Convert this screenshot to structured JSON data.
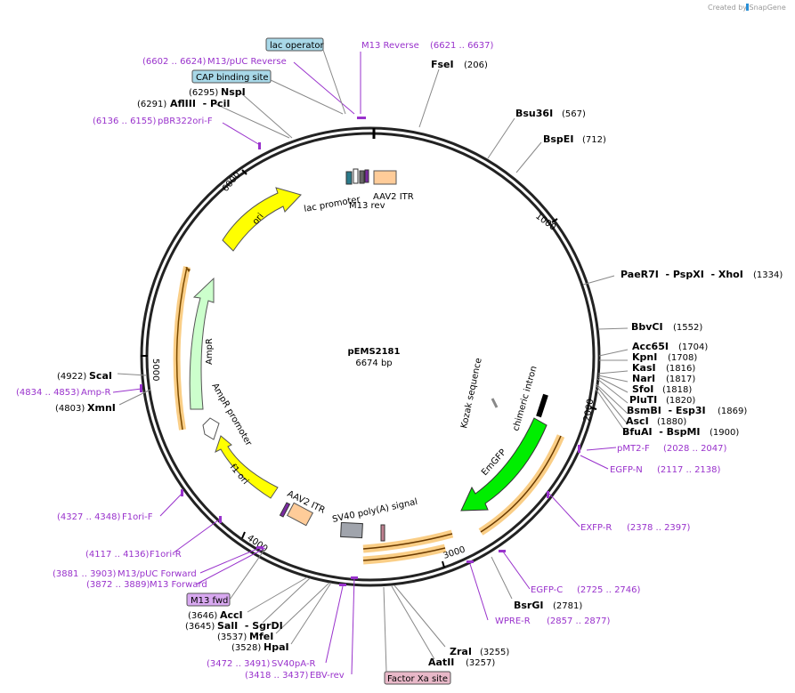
{
  "credit": "Created by SnapGene",
  "plasmid": {
    "name": "pEMS2181",
    "size_label": "6674 bp",
    "length": 6674
  },
  "colors": {
    "primer": "#9932CC",
    "enzyme": "#000000",
    "backbone": "#222222",
    "ori": "#FFFF00",
    "ampr": "#CCFFCC",
    "emgfp": "#00EE00",
    "orange": "#F5A623",
    "itr": "#FFCC99",
    "blue_box": "#A8D8E8",
    "pink_box": "#E8B8C8",
    "purple_box": "#D8A8F0"
  },
  "ticks": [
    {
      "label": "1000"
    },
    {
      "label": "2000"
    },
    {
      "label": "3000"
    },
    {
      "label": "4000"
    },
    {
      "label": "5000"
    },
    {
      "label": "6000"
    }
  ],
  "features": [
    {
      "name": "ori"
    },
    {
      "name": "AmpR"
    },
    {
      "name": "AmpR promoter"
    },
    {
      "name": "f1 ori"
    },
    {
      "name": "AAV2 ITR"
    },
    {
      "name": "AAV2 ITR"
    },
    {
      "name": "SV40 poly(A) signal"
    },
    {
      "name": "EmGFP"
    },
    {
      "name": "chimeric intron"
    },
    {
      "name": "Kozak sequence"
    },
    {
      "name": "lac promoter"
    },
    {
      "name": "M13 rev"
    }
  ],
  "enzymes": [
    {
      "name": "FseI",
      "pos": "(206)"
    },
    {
      "name": "Bsu36I",
      "pos": "(567)"
    },
    {
      "name": "BspEI",
      "pos": "(712)"
    },
    {
      "name": "PaeR7I  - PspXI  - XhoI",
      "pos": "(1334)"
    },
    {
      "name": "BbvCI",
      "pos": "(1552)"
    },
    {
      "name": "Acc65I",
      "pos": "(1704)"
    },
    {
      "name": "KpnI",
      "pos": "(1708)"
    },
    {
      "name": "KasI",
      "pos": "(1816)"
    },
    {
      "name": "NarI",
      "pos": "(1817)"
    },
    {
      "name": "SfoI",
      "pos": "(1818)"
    },
    {
      "name": "PluTI",
      "pos": "(1820)"
    },
    {
      "name": "BsmBI  - Esp3I",
      "pos": "(1869)"
    },
    {
      "name": "AscI",
      "pos": "(1880)"
    },
    {
      "name": "BfuAI  - BspMI",
      "pos": "(1900)"
    },
    {
      "name": "BsrGI",
      "pos": "(2781)"
    },
    {
      "name": "ZraI",
      "pos": "(3255)"
    },
    {
      "name": "AatII",
      "pos": "(3257)"
    },
    {
      "name": "HpaI",
      "pos": "(3528)"
    },
    {
      "name": "MfeI",
      "pos": "(3537)"
    },
    {
      "name": "SalI  - SgrDI",
      "pos": "(3645)"
    },
    {
      "name": "AccI",
      "pos": "(3646)"
    },
    {
      "name": "XmnI",
      "pos": "(4803)"
    },
    {
      "name": "ScaI",
      "pos": "(4922)"
    },
    {
      "name": "AflIII  - PciI",
      "pos": "(6291)"
    },
    {
      "name": "NspI",
      "pos": "(6295)"
    }
  ],
  "primers": [
    {
      "name": "M13 Reverse",
      "pos": "(6621 .. 6637)"
    },
    {
      "name": "M13/pUC Reverse",
      "pos": "(6602 .. 6624)"
    },
    {
      "name": "pBR322ori-F",
      "pos": "(6136 .. 6155)"
    },
    {
      "name": "pMT2-F",
      "pos": "(2028 .. 2047)"
    },
    {
      "name": "EGFP-N",
      "pos": "(2117 .. 2138)"
    },
    {
      "name": "EXFP-R",
      "pos": "(2378 .. 2397)"
    },
    {
      "name": "EGFP-C",
      "pos": "(2725 .. 2746)"
    },
    {
      "name": "WPRE-R",
      "pos": "(2857 .. 2877)"
    },
    {
      "name": "EBV-rev",
      "pos": "(3418 .. 3437)"
    },
    {
      "name": "SV40pA-R",
      "pos": "(3472 .. 3491)"
    },
    {
      "name": "M13 Forward",
      "pos": "(3872 .. 3889)"
    },
    {
      "name": "M13/pUC Forward",
      "pos": "(3881 .. 3903)"
    },
    {
      "name": "F1ori-R",
      "pos": "(4117 .. 4136)"
    },
    {
      "name": "F1ori-F",
      "pos": "(4327 .. 4348)"
    },
    {
      "name": "Amp-R",
      "pos": "(4834 .. 4853)"
    }
  ],
  "boxed": [
    {
      "name": "lac operator"
    },
    {
      "name": "CAP binding site"
    },
    {
      "name": "M13 fwd"
    },
    {
      "name": "Factor Xa site"
    }
  ]
}
